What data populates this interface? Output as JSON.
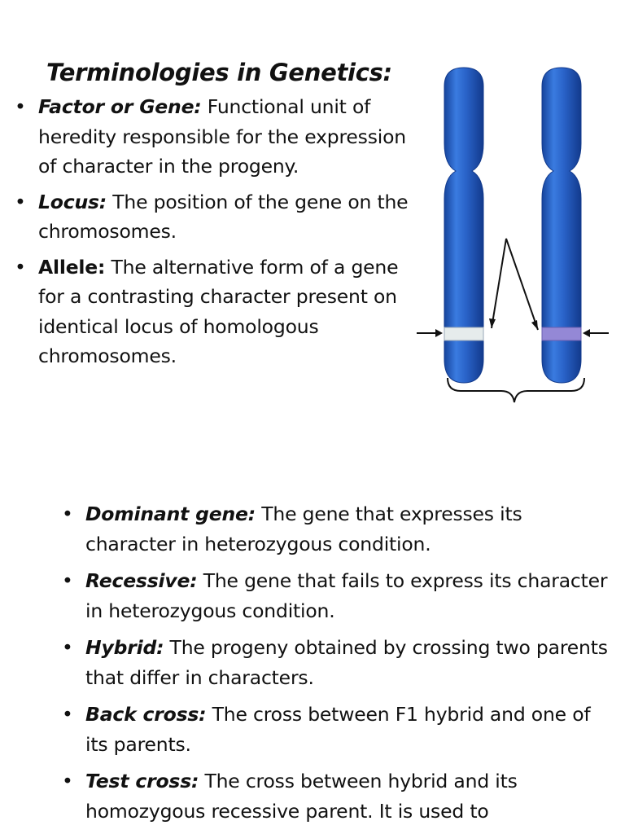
{
  "title": "Terminologies in Genetics:",
  "top_terms": [
    {
      "term": "Factor or Gene:",
      "definition": " Functional unit of heredity responsible for the expression of character in the progeny.",
      "italic": true
    },
    {
      "term": "Locus:",
      "definition": " The position of the gene on the chromosomes.",
      "italic": true
    },
    {
      "term": "Allele:",
      "definition": " The alternative form of a gene for a contrasting character present on identical locus of homologous chromosomes.",
      "italic": false
    }
  ],
  "bottom_terms": [
    {
      "term": "Dominant gene:",
      "definition": " The gene that expresses its character in heterozygous condition.",
      "italic": true
    },
    {
      "term": "Recessive:",
      "definition": " The gene that fails to express its character in heterozygous condition.",
      "italic": true
    },
    {
      "term": "Hybrid:",
      "definition": " The progeny obtained by crossing two parents that differ in characters.",
      "italic": true
    },
    {
      "term": "Back cross:",
      "definition": " The cross between F1 hybrid and one of its parents.",
      "italic": true
    },
    {
      "term": "Test cross:",
      "definition": " The cross between hybrid and its homozygous recessive parent. It is used to",
      "italic": true
    }
  ],
  "figure": {
    "chromosome_color": "#2a63c9",
    "left_allele_band_color": "#e6ecec",
    "right_allele_band_color": "#9488d6"
  }
}
